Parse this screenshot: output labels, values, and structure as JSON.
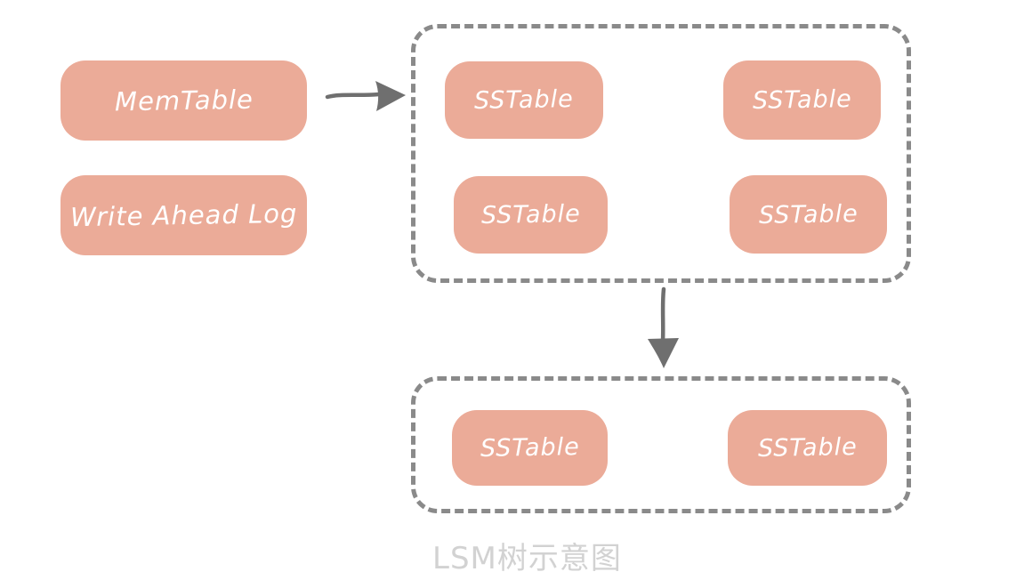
{
  "diagram": {
    "caption": "LSM树示意图",
    "colors": {
      "background": "#ffffff",
      "box_fill": "#ebab98",
      "box_text": "#ffffff",
      "group_dashed_border": "#8a8a8a",
      "arrow": "#6f6f6f",
      "caption_text": "#d2d2d2"
    },
    "nodes": {
      "memtable": {
        "label": "MemTable"
      },
      "write_ahead_log": {
        "label": "Write Ahead Log"
      },
      "level0": {
        "sstables": [
          {
            "label": "SSTable"
          },
          {
            "label": "SSTable"
          },
          {
            "label": "SSTable"
          },
          {
            "label": "SSTable"
          }
        ]
      },
      "level1": {
        "sstables": [
          {
            "label": "SSTable"
          },
          {
            "label": "SSTable"
          }
        ]
      }
    },
    "arrows": [
      {
        "name": "memtable-to-level0",
        "direction": "right"
      },
      {
        "name": "level0-to-level1",
        "direction": "down"
      }
    ]
  }
}
